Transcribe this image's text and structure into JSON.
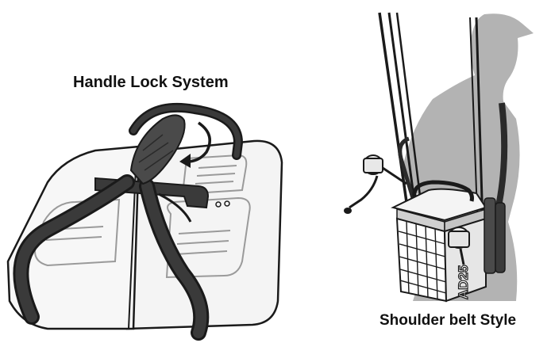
{
  "left_panel": {
    "caption": "Handle Lock System"
  },
  "right_panel": {
    "caption": "Shoulder belt Style",
    "box_label": "AD25"
  },
  "colors": {
    "ink": "#1a1a1a",
    "handle": "#3a3a3a",
    "box": "#f4f4f4",
    "silhouette": "#b3b3b3",
    "grip": "#4a4a4a"
  }
}
